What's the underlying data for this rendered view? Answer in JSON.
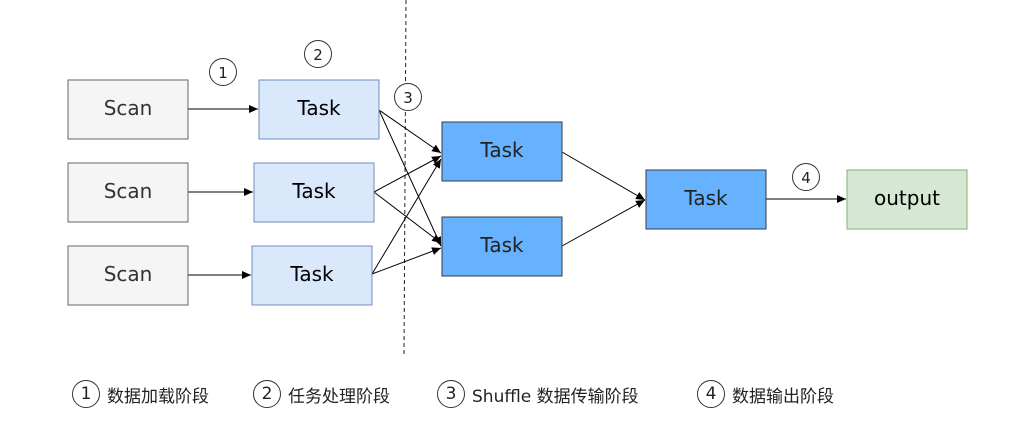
{
  "nodes": {
    "scan_1": "Scan",
    "scan_2": "Scan",
    "scan_3": "Scan",
    "task_1": "Task",
    "task_2": "Task",
    "task_3": "Task",
    "shuffle_task_1": "Task",
    "shuffle_task_2": "Task",
    "final_task": "Task",
    "output": "output"
  },
  "markers": {
    "m1": "1",
    "m2": "2",
    "m3": "3",
    "m4": "4"
  },
  "legend": [
    {
      "num": "1",
      "text": "数据加载阶段"
    },
    {
      "num": "2",
      "text": "任务处理阶段"
    },
    {
      "num": "3",
      "text": "Shuffle 数据传输阶段"
    },
    {
      "num": "4",
      "text": "数据输出阶段"
    }
  ],
  "colors": {
    "scan_fill": "#f5f5f5",
    "task_fill": "#dae8fc",
    "shuffle_fill": "#66b2ff",
    "output_fill": "#d5e8d4"
  }
}
